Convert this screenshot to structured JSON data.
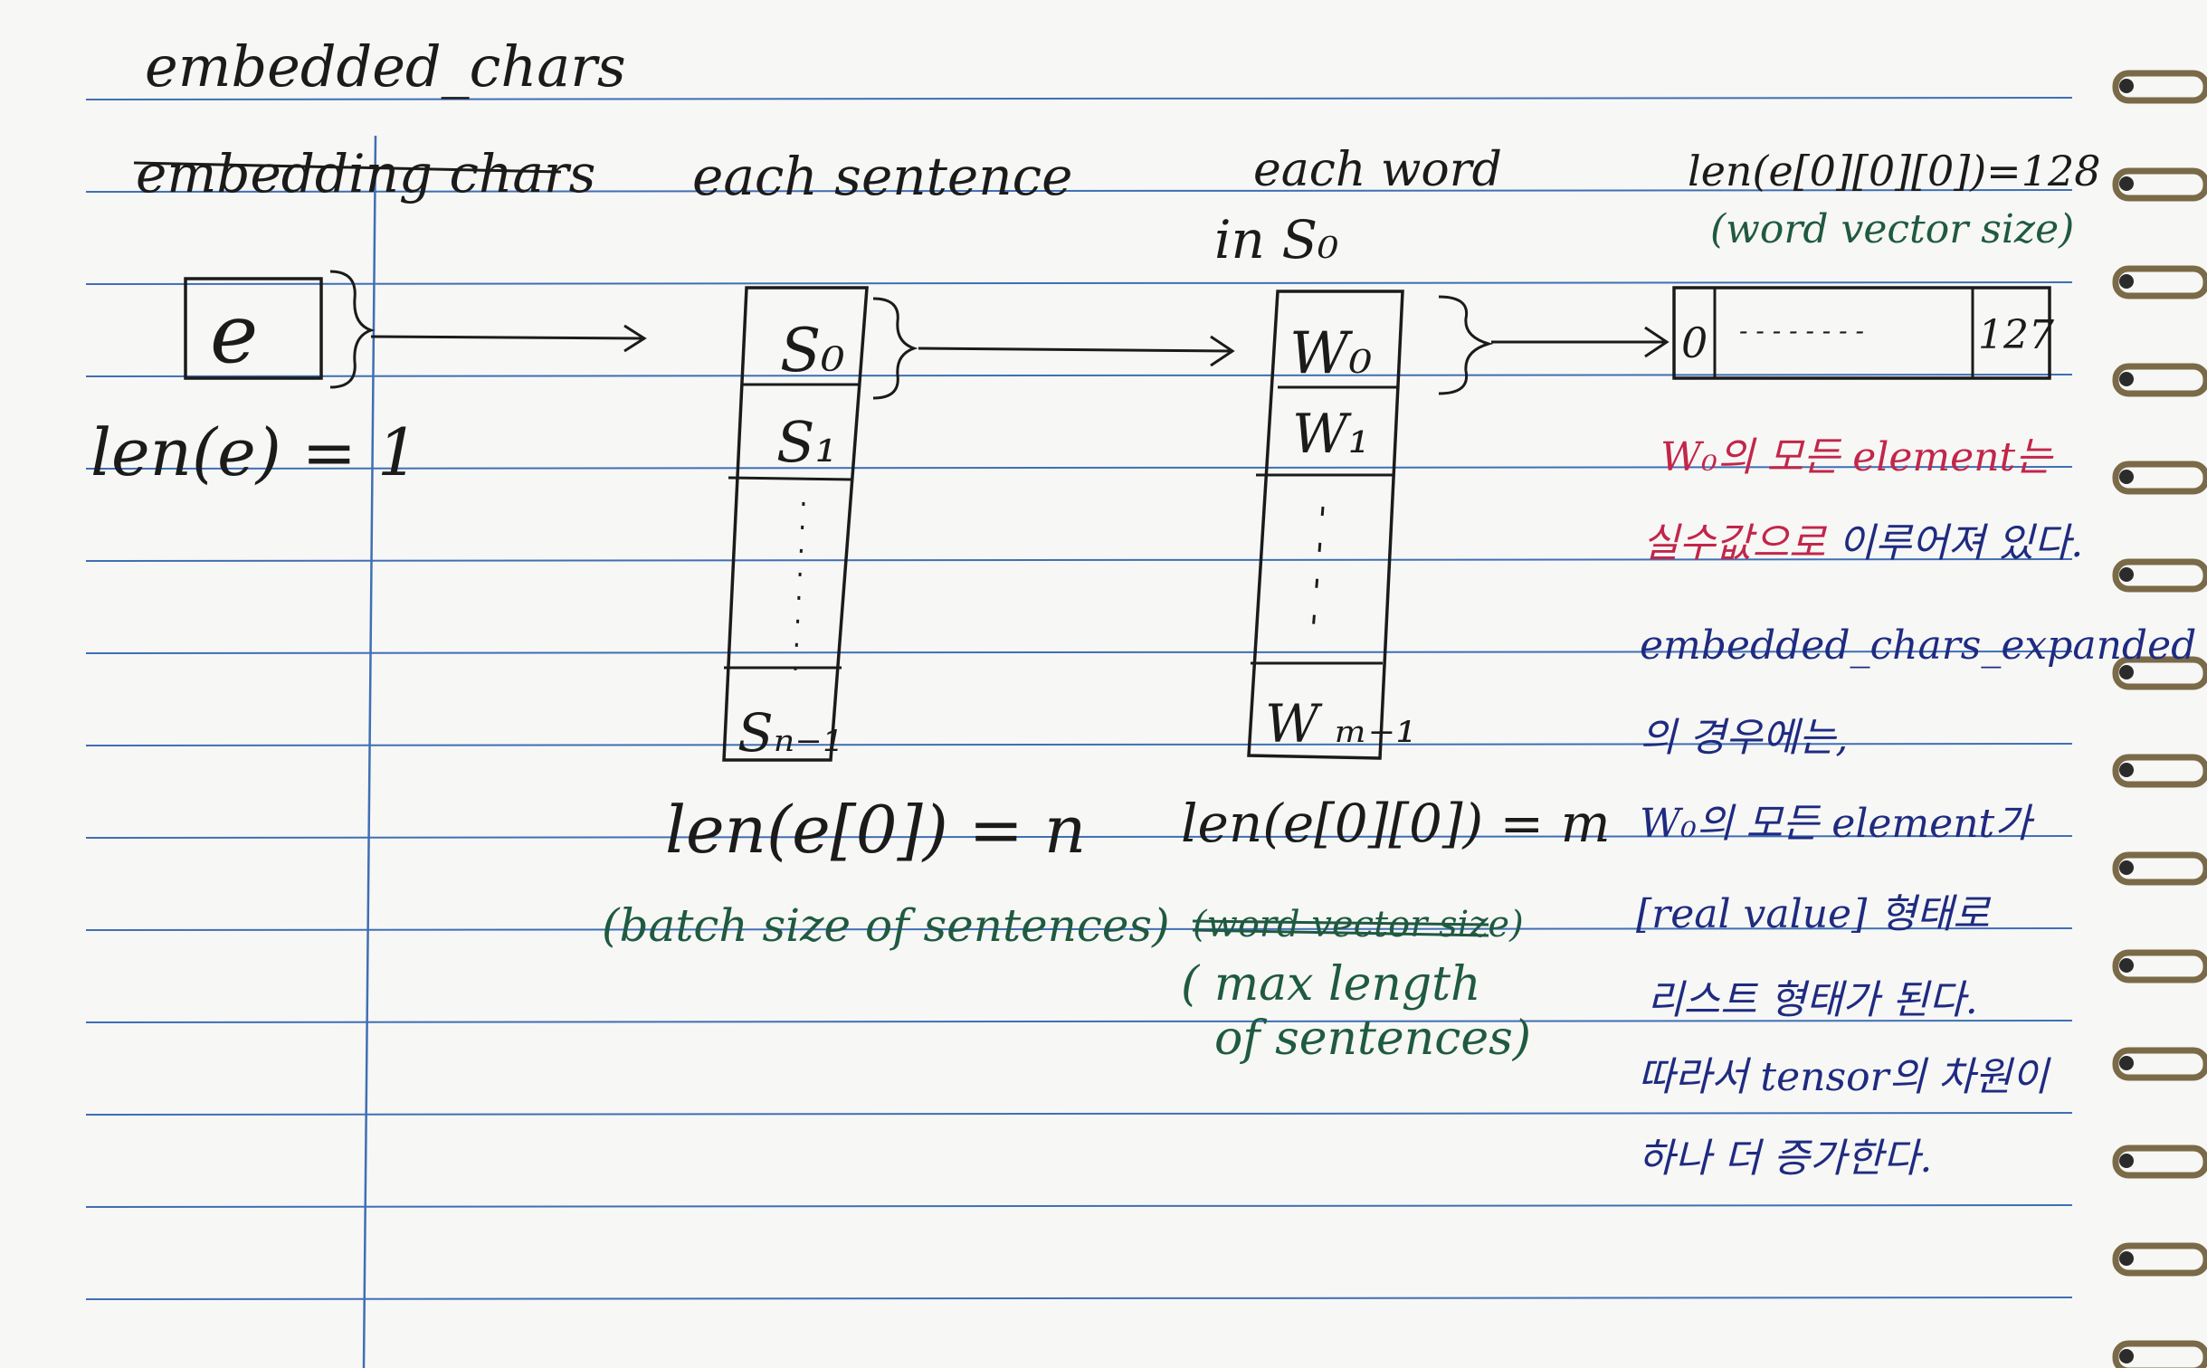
{
  "colors": {
    "paper": "#f7f7f5",
    "rule_line": "#3f6fb4",
    "margin_line": "#3f6fb4",
    "ink_black": "#1b1b1b",
    "ink_green": "#1f5a41",
    "ink_red": "#c2264a",
    "ink_navy": "#1f2b80",
    "spiral": "#7a6a48"
  },
  "labels": {
    "title": "embedded_chars",
    "struck_title": "embedding chars",
    "e_box": "e",
    "len_e": "len(e) = 1",
    "each_sentence": "each sentence",
    "each_word": "each word",
    "in_s0": "in S₀",
    "s0": "S₀",
    "s1": "S₁",
    "sn1": "Sₙ₋₁",
    "w0": "W₀",
    "w1": "W₁",
    "wm1": "W ₘ₋₁",
    "len_e0": "len(e[0]) = n",
    "batch_size": "(batch size of sentences)",
    "len_e00": "len(e[0][0]) = m",
    "struck_word_vector_size": "(word vector size)",
    "max_length_1": "( max length",
    "max_length_2": "of sentences)",
    "len_e000": "len(e[0][0][0])=128",
    "word_vector_size": "(word vector size)",
    "vec_first": "0",
    "vec_dots": "- - - - - - - -",
    "vec_last": "127"
  },
  "notes": {
    "red_line1": "W₀의 모든 element는",
    "red_line2_red": "실수값으로",
    "red_line2_navy": "이루어져 있다.",
    "navy": [
      "embedded_chars_expanded",
      "의 경우에는,",
      "W₀의 모든 element가",
      "[real value] 형태로",
      "리스트 형태가 된다.",
      "따라서 tensor의 차원이",
      "하나 더 증가한다."
    ]
  }
}
